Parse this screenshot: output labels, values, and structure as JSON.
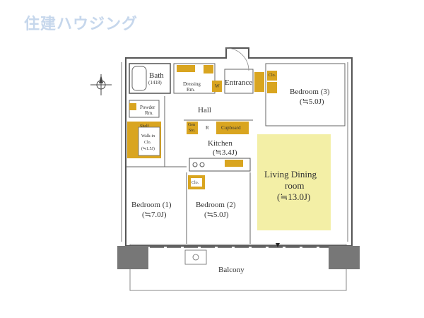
{
  "logo": {
    "text": "住建ハウジング"
  },
  "rooms": {
    "bath": {
      "name": "Bath",
      "size": "(1418)"
    },
    "dressing": {
      "name": "Dressing",
      "sub": "Rm."
    },
    "entrance": {
      "name": "Entrance"
    },
    "washer": {
      "name": "W"
    },
    "powder": {
      "name": "Powder",
      "sub": "Rm."
    },
    "hall": {
      "name": "Hall"
    },
    "walkin": {
      "name": "Walk-in",
      "sub": "Clo.",
      "size": "(≒1.5J)"
    },
    "shelf": {
      "name": "Shelf"
    },
    "gen_sto": {
      "name": "Gen",
      "sub": "Sto."
    },
    "refrigerator": {
      "name": "R"
    },
    "cupboard": {
      "name": "Cupboard"
    },
    "kitchen": {
      "name": "Kitchen",
      "size": "(≒3.4J)"
    },
    "living": {
      "name": "Living Dining",
      "sub": "room",
      "size": "(≒13.0J)"
    },
    "bedroom1": {
      "name": "Bedroom (1)",
      "size": "(≒7.0J)"
    },
    "bedroom2": {
      "name": "Bedroom (2)",
      "size": "(≒5.0J)"
    },
    "bedroom3": {
      "name": "Bedroom (3)",
      "size": "(≒5.0J)"
    },
    "closet_b2": {
      "name": "Clo."
    },
    "closet_b3": {
      "name": "Clo."
    },
    "balcony": {
      "name": "Balcony"
    }
  },
  "colors": {
    "storage": "#d9a520",
    "living_fill": "#f3efa6",
    "wall": "#555555",
    "column": "#777777",
    "logo": "#c6d7ec"
  }
}
